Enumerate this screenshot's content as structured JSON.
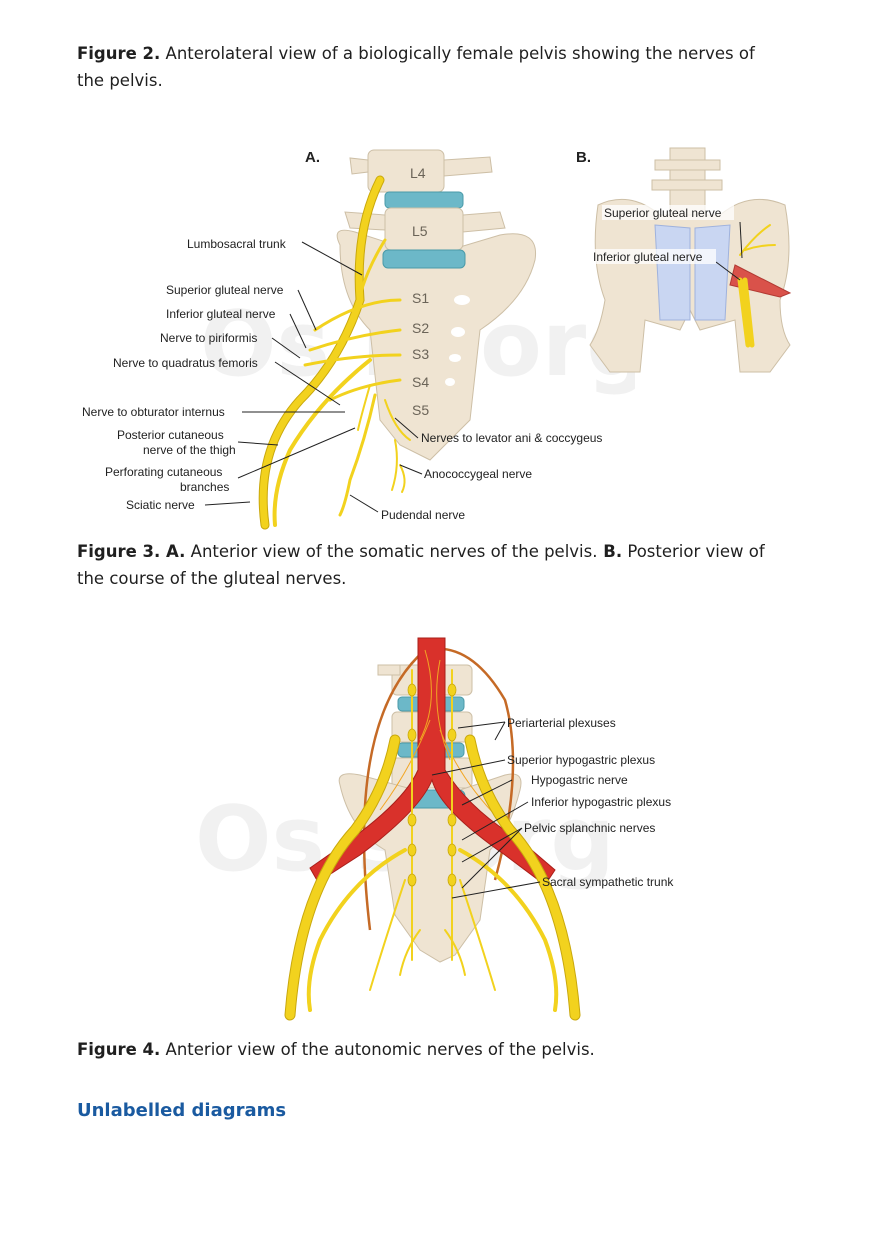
{
  "figure2": {
    "label": "Figure 2.",
    "text": " Anterolateral view of a biologically female pelvis showing the nerves of the pelvis."
  },
  "figure3": {
    "panel_a": "A.",
    "panel_b": "B.",
    "vertebrae": [
      "L4",
      "L5",
      "S1",
      "S2",
      "S3",
      "S4",
      "S5"
    ],
    "labels_a": {
      "lumbosacral_trunk": "Lumbosacral trunk",
      "superior_gluteal": "Superior gluteal nerve",
      "inferior_gluteal": "Inferior gluteal nerve",
      "piriformis": "Nerve to piriformis",
      "quadratus": "Nerve to quadratus femoris",
      "obturator": "Nerve to obturator internus",
      "posterior_cutaneous_1": "Posterior cutaneous",
      "posterior_cutaneous_2": "nerve of the thigh",
      "perforating_1": "Perforating cutaneous",
      "perforating_2": "branches",
      "sciatic": "Sciatic nerve",
      "levator": "Nerves to levator ani & coccygeus",
      "anococcygeal": "Anococcygeal nerve",
      "pudendal": "Pudendal nerve"
    },
    "labels_b": {
      "superior_gluteal": "Superior gluteal nerve",
      "inferior_gluteal": "Inferior gluteal nerve"
    },
    "caption_label": "Figure 3.",
    "caption_a": " A.",
    "caption_a_text": " Anterior view of the somatic nerves of the pelvis.",
    "caption_b": " B.",
    "caption_b_text": " Posterior view of the course of the gluteal nerves."
  },
  "figure4": {
    "labels": {
      "periarterial": "Periarterial plexuses",
      "superior_hypogastric": "Superior hypogastric plexus",
      "hypogastric_nerve": "Hypogastric nerve",
      "inferior_hypogastric": "Inferior hypogastric plexus",
      "pelvic_splanchnic": "Pelvic splanchnic nerves",
      "sacral_sympathetic": "Sacral sympathetic trunk"
    },
    "caption_label": "Figure 4.",
    "caption_text": " Anterior view of the autonomic nerves of the pelvis."
  },
  "section_heading": "Unlabelled diagrams",
  "colors": {
    "heading": "#1a5aa0",
    "nerve": "#f2d21e",
    "artery": "#d9312b",
    "bone": "#efe4d2",
    "disc": "#6cb8c8",
    "ligament": "#c9d6f2"
  }
}
